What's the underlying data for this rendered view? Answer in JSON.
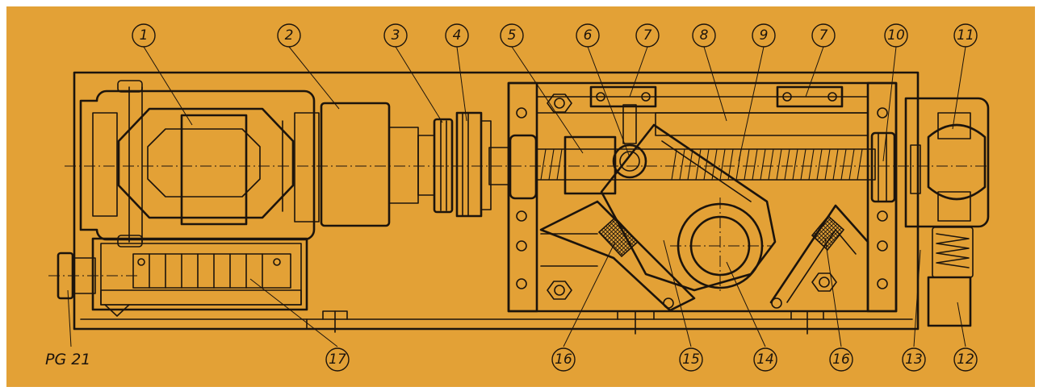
{
  "callouts": [
    {
      "id": "c1",
      "label": "1"
    },
    {
      "id": "c2",
      "label": "2"
    },
    {
      "id": "c3",
      "label": "3"
    },
    {
      "id": "c4",
      "label": "4"
    },
    {
      "id": "c5",
      "label": "5"
    },
    {
      "id": "c6",
      "label": "6"
    },
    {
      "id": "c7a",
      "label": "7"
    },
    {
      "id": "c8",
      "label": "8"
    },
    {
      "id": "c9",
      "label": "9"
    },
    {
      "id": "c7b",
      "label": "7"
    },
    {
      "id": "c10",
      "label": "10"
    },
    {
      "id": "c11",
      "label": "11"
    },
    {
      "id": "c17",
      "label": "17"
    },
    {
      "id": "c16a",
      "label": "16"
    },
    {
      "id": "c15",
      "label": "15"
    },
    {
      "id": "c14",
      "label": "14"
    },
    {
      "id": "c16b",
      "label": "16"
    },
    {
      "id": "c13",
      "label": "13"
    },
    {
      "id": "c12",
      "label": "12"
    }
  ],
  "cable_gland_label": "PG 21",
  "colors": {
    "background": "#e3a136",
    "ink": "#1c140c"
  }
}
